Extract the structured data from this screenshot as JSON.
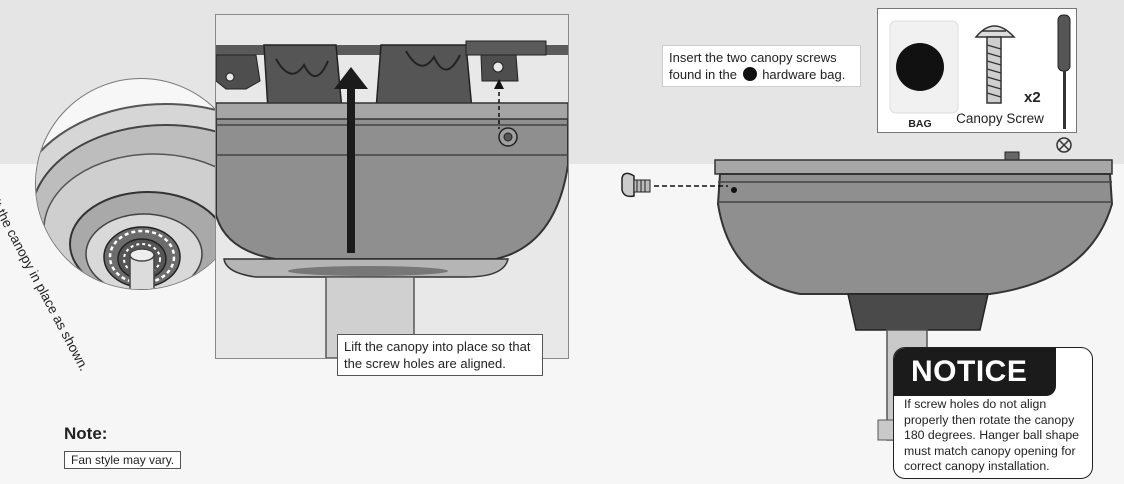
{
  "magnified_caption": "Fit the canopy in place as shown.",
  "lift_caption": "Lift the canopy into place so that the screw holes are aligned.",
  "hardware_caption": {
    "before_dot": "Insert the two canopy screws found in the",
    "after_dot": "hardware bag."
  },
  "hardware_box": {
    "bag_label": "BAG",
    "screw_label": "Canopy Screw",
    "quantity": "x2"
  },
  "note": {
    "title": "Note:",
    "text": "Fan style may vary."
  },
  "notice": {
    "title": "NOTICE",
    "text": "If screw holes do not align properly then rotate the canopy 180 degrees. Hanger ball shape must match canopy opening for correct canopy installation."
  },
  "colors": {
    "top_band": "#e5e5e5",
    "canopy_gray": "#8f8f8f",
    "dark_part": "#4a4a4a",
    "notice_head": "#1b1b1b"
  }
}
